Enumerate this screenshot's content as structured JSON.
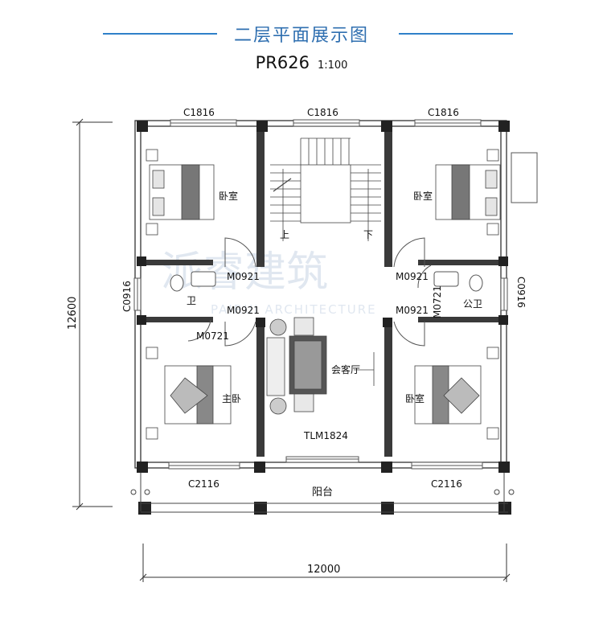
{
  "header": {
    "title": "二层平面展示图",
    "plan_code": "PR626",
    "scale": "1:100",
    "accent_color": "#2f80c9"
  },
  "rooms": {
    "bedroom_top_left": "卧室",
    "bedroom_top_right": "卧室",
    "bedroom_bottom_left": "主卧",
    "bedroom_bottom_right": "卧室",
    "bath_left": "卫",
    "bath_right": "公卫",
    "living": "会客厅",
    "balcony": "阳台",
    "stair_up": "上",
    "stair_down": "下"
  },
  "windows": {
    "top_left": "C1816",
    "top_mid": "C1816",
    "top_right": "C1816",
    "side_left": "C0916",
    "side_right": "C0916",
    "bottom_left": "C2116",
    "bottom_right": "C2116"
  },
  "doors": {
    "left_upper": "M0921",
    "left_lower": "M0921",
    "left_bath": "M0721",
    "right_upper": "M0921",
    "right_lower": "M0921",
    "right_bath": "M0721",
    "sliding": "TLM1824"
  },
  "dimensions": {
    "width": "12000",
    "height": "12600"
  },
  "watermark": {
    "cn": "派睿建筑",
    "en": "PAIRUI ARCHITECTURE"
  }
}
